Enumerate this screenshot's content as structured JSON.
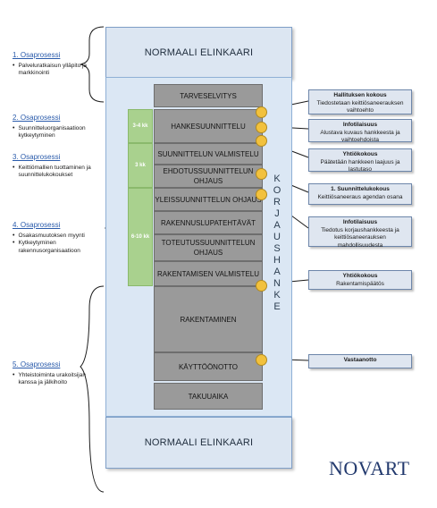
{
  "diagram": {
    "top_band": "NORMAALI ELINKAARI",
    "bottom_band": "NORMAALI ELINKAARI",
    "vertical_label": "KORJAUSHANKE",
    "phases": [
      "TARVESELVITYS",
      "HANKESUUNNITTELU",
      "SUUNNITTELUN VALMISTELU",
      "EHDOTUSSUUNNITTELUN OHJAUS",
      "YLEISSUUNNITTELUN OHJAUS",
      "RAKENNUSLUPATEHTÄVÄT",
      "TOTEUTUSSUUNNITTELUN OHJAUS",
      "RAKENTAMISEN VALMISTELU",
      "RAKENTAMINEN",
      "KÄYTTÖÖNOTTO",
      "TAKUUAIKA"
    ],
    "durations": [
      "3-4 kk",
      "3 kk",
      "6-10 kk"
    ],
    "processes": [
      {
        "title": "1. Osaprosessi",
        "items": [
          "Palveluratkaisun ylläpito ja markkinointi"
        ]
      },
      {
        "title": "2. Osaprosessi",
        "items": [
          "Suunnitteluorganisaatioon kytkeytyminen"
        ]
      },
      {
        "title": "3. Osaprosessi",
        "items": [
          "Keittiömallien tuottaminen ja suunnittelukokoukset"
        ]
      },
      {
        "title": "4. Osaprosessi",
        "items": [
          "Osakasmuutoksen myynti",
          "Kytkeytyminen rakennusorganisaatioon"
        ]
      },
      {
        "title": "5. Osaprosessi",
        "items": [
          "Yhteistoiminta urakoitsijan kanssa ja jälkihoito"
        ]
      }
    ],
    "notes": [
      {
        "title": "Hallituksen kokous",
        "text": "Tiedostetaan keittiösaneerauksen vaihtoehto"
      },
      {
        "title": "Infotilaisuus",
        "text": "Alustava kuvaus hankkeesta ja vaihtoehdoista"
      },
      {
        "title": "Yhtiökokous",
        "text": "Päätetään hankkeen laajuus ja lastutaso"
      },
      {
        "title": "1. Suunnittelukokous",
        "text": "Keittiösaneeraus agendan osana"
      },
      {
        "title": "Infotilaisuus",
        "text": "Tiedotus korjaushankkeesta ja keittiösaneerauksen mahdollisuudesta"
      },
      {
        "title": "Yhtiökokous",
        "text": "Rakentamispäätös"
      },
      {
        "title": "Vastaanotto",
        "text": ""
      }
    ],
    "logo": "NOVART",
    "colors": {
      "band": "#dce6f2",
      "phase": "#9a9a9a",
      "duration": "#a9d18e",
      "milestone": "#f2c13d",
      "process_title": "#2a5bab"
    }
  }
}
